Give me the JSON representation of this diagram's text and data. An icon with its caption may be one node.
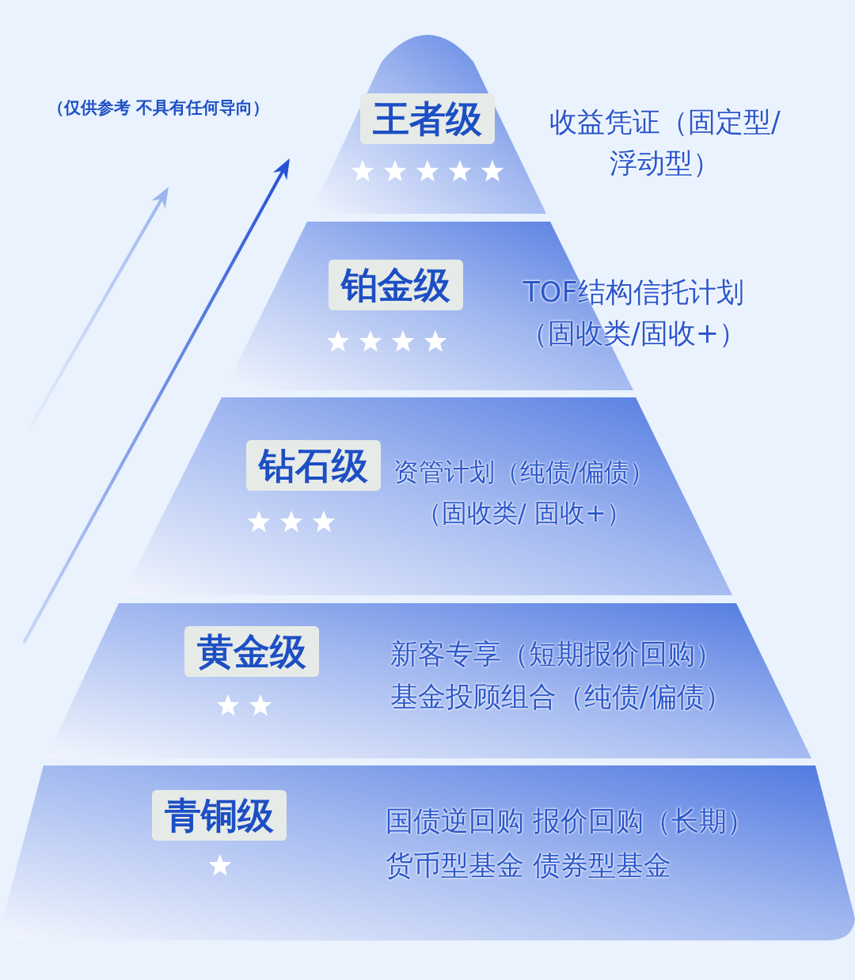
{
  "diagram": {
    "nodes": [
      {
        "text": [
          "王者级",
          "收益凭证（固定型/浮动型）"
        ]
      },
      {
        "text": [
          "铂金级",
          "TOF结构信托计划（固收类/固收+）"
        ]
      },
      {
        "text": [
          "钻石级",
          "资管计划（纯债/偏债）（固收类/ 固收+）"
        ]
      },
      {
        "text": [
          "黄金级",
          "新客专享（短期报价回购）",
          "基金投顾组合（纯债/偏债）"
        ]
      },
      {
        "text": [
          "青铜级",
          "国债逆回购 报价回购（长期）",
          "货币型基金 债券型基金"
        ]
      }
    ],
    "labels": [
      "（仅供参考 不具有任何导向）"
    ]
  }
}
